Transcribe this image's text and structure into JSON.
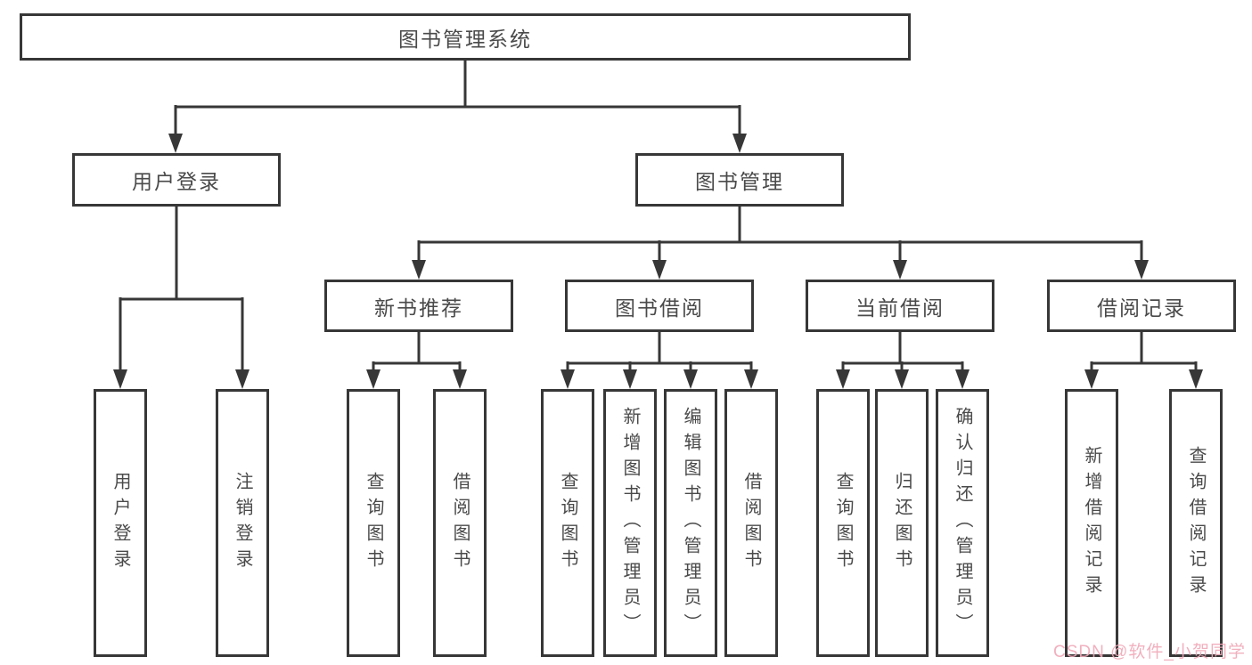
{
  "watermark": {
    "text": "CSDN @软件_小贺同学"
  },
  "colors": {
    "line": "#373737",
    "box_border": "#373737",
    "text": "#4a4a4a",
    "watermark": "#f0a8b8",
    "background": "#ffffff"
  },
  "tree": {
    "label": "图书管理系统",
    "children": [
      {
        "label": "用户登录",
        "children": [
          {
            "label": "用户登录"
          },
          {
            "label": "注销登录"
          }
        ]
      },
      {
        "label": "图书管理",
        "children": [
          {
            "label": "新书推荐",
            "children": [
              {
                "label": "查询图书"
              },
              {
                "label": "借阅图书"
              }
            ]
          },
          {
            "label": "图书借阅",
            "children": [
              {
                "label": "查询图书"
              },
              {
                "label": "新增图书（管理员）"
              },
              {
                "label": "编辑图书（管理员）"
              },
              {
                "label": "借阅图书"
              }
            ]
          },
          {
            "label": "当前借阅",
            "children": [
              {
                "label": "查询图书"
              },
              {
                "label": "归还图书"
              },
              {
                "label": "确认归还（管理员）"
              }
            ]
          },
          {
            "label": "借阅记录",
            "children": [
              {
                "label": "新增借阅记录"
              },
              {
                "label": "查询借阅记录"
              }
            ]
          }
        ]
      }
    ]
  }
}
